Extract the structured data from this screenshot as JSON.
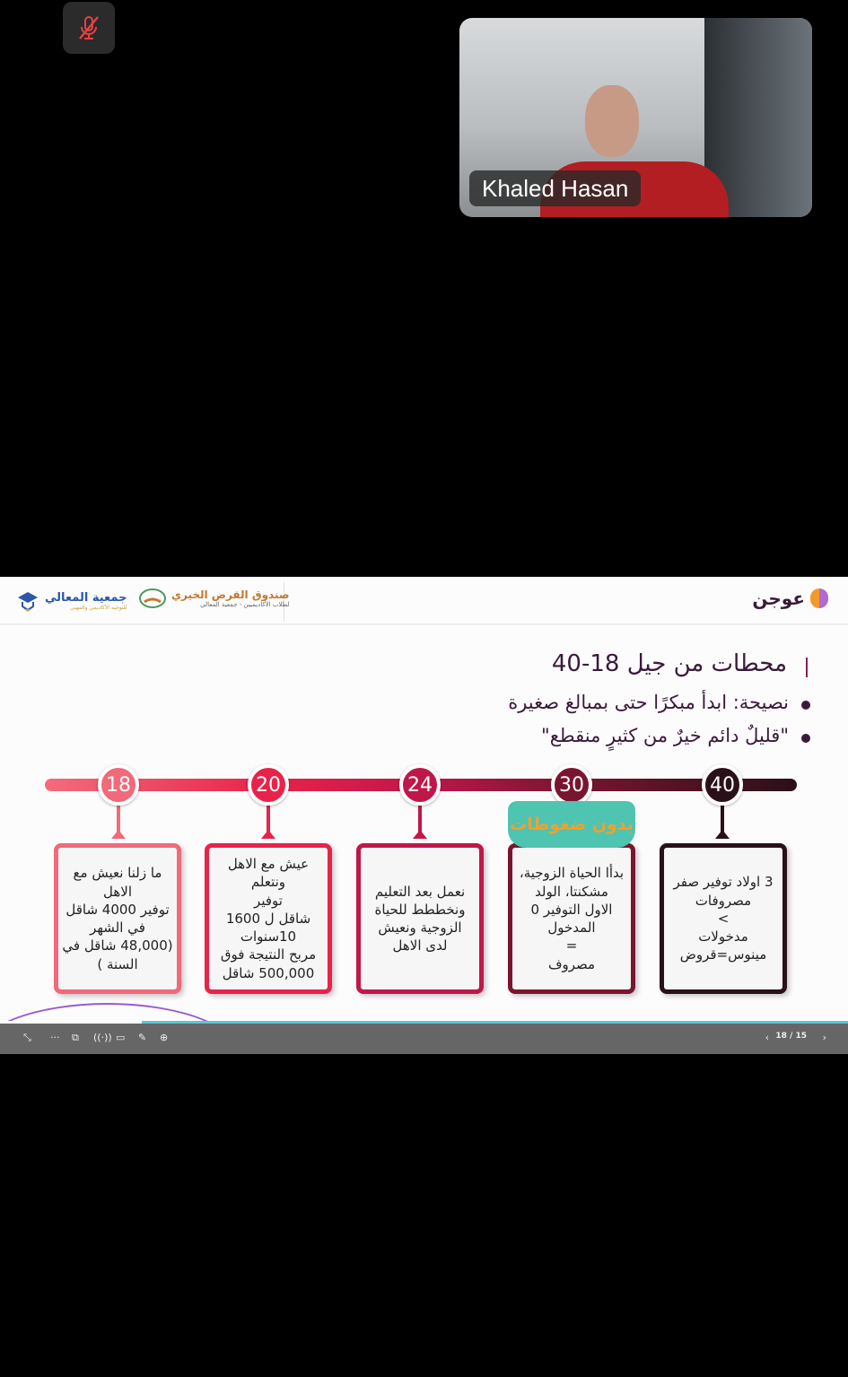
{
  "call": {
    "participant_name": "Khaled Hasan",
    "mic_state": "muted"
  },
  "slide": {
    "brand": "عوجن",
    "logo1": {
      "title": "صندوق القرض الخيري",
      "subtitle": "لطلاب الأكاديميين - جمعية المعالي"
    },
    "logo2": {
      "title": "جمعية المعالي",
      "subtitle": "للتوجيه الأكاديمي والمهني"
    },
    "title": "محطات من جيل  18-40",
    "bullets": [
      "نصيحة: ابدأ مبكرًا حتى بمبالغ صغيرة",
      "\"قليلٌ دائم خيرٌ من كثيرٍ منقطع\""
    ],
    "tag": "بدون ضغوطات",
    "stations": [
      {
        "age": "18",
        "color": "#f06a7a",
        "text": "ما زلنا نعيش مع\nالاهل\nتوفير 4000 شاقل\nفي الشهر\n(48,000 شاقل في\nالسنة )"
      },
      {
        "age": "20",
        "color": "#e8234a",
        "text": "عيش مع الاهل\nونتعلم\nتوفير\nشاقل ل 1600\n10سنوات\nمربح النتيجة فوق\n500,000 شاقل"
      },
      {
        "age": "24",
        "color": "#c0174a",
        "text": "نعمل بعد التعليم\nونخططط للحياة\nالزوجية ونعيش\nلدى الاهل"
      },
      {
        "age": "30",
        "color": "#7a1530",
        "text": "بدأا الحياة الزوجية،\nمشكنتا، الولد\nالاول التوفير 0\nالمدخول\n=\nمصروف"
      },
      {
        "age": "40",
        "color": "#2a1018",
        "text": "3 اولاد توفير صفر\nمصروفات\n>\nمدخولات\nمينوس=قروض"
      }
    ]
  },
  "toolbar": {
    "page_indicator": "18 / 15",
    "prev": "‹",
    "next": "›",
    "icons": [
      "collapse-icon",
      "more-icon",
      "window-icon",
      "broadcast-icon",
      "keyboard-icon",
      "pen-icon",
      "zoom-in-icon"
    ]
  }
}
